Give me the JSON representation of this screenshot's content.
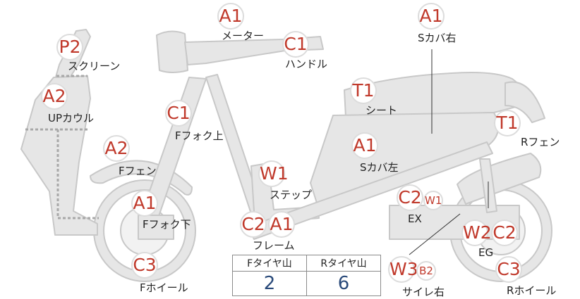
{
  "parts": [
    {
      "key": "meter",
      "code": "A1",
      "label": "メーター"
    },
    {
      "key": "handle",
      "code": "C1",
      "label": "ハンドル"
    },
    {
      "key": "screen",
      "code": "P2",
      "label": "スクリーン"
    },
    {
      "key": "up-cowl",
      "code": "A2",
      "label": "UPカウル"
    },
    {
      "key": "front-fork-upper",
      "code": "C1",
      "label": "Fフォク上"
    },
    {
      "key": "front-fender",
      "code": "A2",
      "label": "Fフェン"
    },
    {
      "key": "front-fork-lower",
      "code": "A1",
      "label": "Fフォク下"
    },
    {
      "key": "front-wheel",
      "code": "C3",
      "label": "Fホイール"
    },
    {
      "key": "side-cover-right",
      "code": "A1",
      "label": "Sカバ右"
    },
    {
      "key": "seat",
      "code": "T1",
      "label": "シート"
    },
    {
      "key": "rear-fender",
      "code": "T1",
      "label": "Rフェン"
    },
    {
      "key": "side-cover-left",
      "code": "A1",
      "label": "Sカバ左"
    },
    {
      "key": "step",
      "code": "W1",
      "label": "ステップ"
    },
    {
      "key": "frame",
      "code": "C2",
      "code2": "A1",
      "label": "フレーム"
    },
    {
      "key": "exhaust",
      "code": "C2",
      "code2": "W1",
      "label": "EX"
    },
    {
      "key": "engine",
      "code": "W2",
      "code2": "C2",
      "label": "EG"
    },
    {
      "key": "rear-wheel",
      "code": "C3",
      "label": "Rホイール"
    },
    {
      "key": "muffler-right",
      "code": "W3",
      "code2": "B2",
      "label": "サイレ右"
    }
  ],
  "tire_tread": {
    "front_header": "Fタイヤ山",
    "rear_header": "Rタイヤ山",
    "front_value": "2",
    "rear_value": "6"
  },
  "colors": {
    "code_text": "#c0392b",
    "body_fill": "#e6e6e6",
    "body_stroke": "#c8c8c8",
    "dotted_line": "#a8a8a8",
    "value_text": "#2a4a7a"
  }
}
